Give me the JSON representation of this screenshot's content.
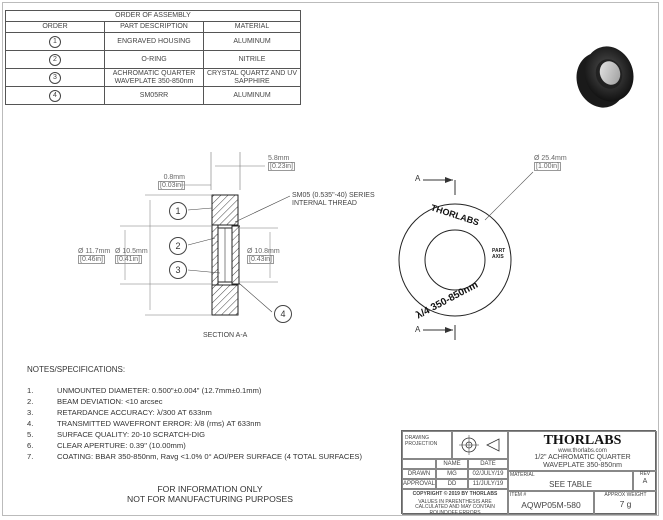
{
  "assembly": {
    "title": "ORDER OF ASSEMBLY",
    "headers": [
      "ORDER",
      "PART DESCRIPTION",
      "MATERIAL"
    ],
    "rows": [
      {
        "order": "1",
        "description": "ENGRAVED HOUSING",
        "material": "ALUMINUM"
      },
      {
        "order": "2",
        "description": "O-RING",
        "material": "NITRILE"
      },
      {
        "order": "3",
        "description": "ACHROMATIC QUARTER WAVEPLATE 350-850nm",
        "material": "CRYSTAL QUARTZ AND UV SAPPHIRE"
      },
      {
        "order": "4",
        "description": "SM05RR",
        "material": "ALUMINUM"
      }
    ]
  },
  "section_view": {
    "dim_width_mm": "5.8mm",
    "dim_width_in": "[0.23in]",
    "dim_lip_mm": "0.8mm",
    "dim_lip_in": "[0.03in]",
    "thread_note_1": "SM05 (0.535\"-40) SERIES",
    "thread_note_2": "INTERNAL THREAD",
    "dim_od_mm": "Ø 11.7mm",
    "dim_od_in": "[0.46in]",
    "dim_bore_mm": "Ø 10.5mm",
    "dim_bore_in": "[0.41in]",
    "dim_clear_mm": "Ø 10.8mm",
    "dim_clear_in": "[0.43in]",
    "balloons": [
      "1",
      "2",
      "3",
      "4"
    ],
    "caption": "SECTION A-A"
  },
  "front_view": {
    "dia_mm": "Ø 25.4mm",
    "dia_in": "[1.00in]",
    "section_letter": "A",
    "logo_text": "THORLABS",
    "part_label_1": "PART",
    "part_label_2": "AXIS",
    "engraving": "λ/4 350-850nm"
  },
  "notes": {
    "title": "NOTES/SPECIFICATIONS:",
    "items": [
      {
        "n": "1.",
        "text": "UNMOUNTED DIAMETER: 0.500\"±0.004\" (12.7mm±0.1mm)"
      },
      {
        "n": "2.",
        "text": "BEAM DEVIATION: <10 arcsec"
      },
      {
        "n": "3.",
        "text": "RETARDANCE ACCURACY: λ/300 AT 633nm"
      },
      {
        "n": "4.",
        "text": "TRANSMITTED WAVEFRONT ERROR: λ/8 (rms) AT 633nm"
      },
      {
        "n": "5.",
        "text": "SURFACE QUALITY: 20-10 SCRATCH-DIG"
      },
      {
        "n": "6.",
        "text": "CLEAR APERTURE: 0.39\" (10.00mm)"
      },
      {
        "n": "7.",
        "text": "COATING: BBAR 350-850nm, Ravg <1.0% 0° AOI/PER SURFACE (4 TOTAL SURFACES)"
      }
    ]
  },
  "disclaimer": {
    "line1": "FOR INFORMATION ONLY",
    "line2": "NOT FOR MANUFACTURING PURPOSES"
  },
  "title_block": {
    "drawing_projection": "DRAWING PROJECTION",
    "name_label": "NAME",
    "date_label": "DATE",
    "drawn_label": "DRAWN",
    "drawn_name": "MG",
    "drawn_date": "02/JULY/19",
    "approval_label": "APPROVAL",
    "approval_name": "DD",
    "approval_date": "11/JULY/19",
    "copyright": "COPYRIGHT © 2019 BY THORLABS",
    "rounding_note": "VALUES IN PARENTHESIS ARE CALCULATED AND MAY CONTAIN ROUNDOFF ERRORS",
    "logo": "THORLABS",
    "website": "www.thorlabs.com",
    "title_line1": "1/2\" ACHROMATIC QUARTER",
    "title_line2": "WAVEPLATE 350-850nm",
    "material_label": "MATERIAL",
    "material_value": "SEE TABLE",
    "rev_label": "REV",
    "rev_value": "A",
    "item_label": "ITEM #",
    "item_value": "AQWP05M-580",
    "weight_label": "APPROX WEIGHT",
    "weight_value": "7 g"
  }
}
